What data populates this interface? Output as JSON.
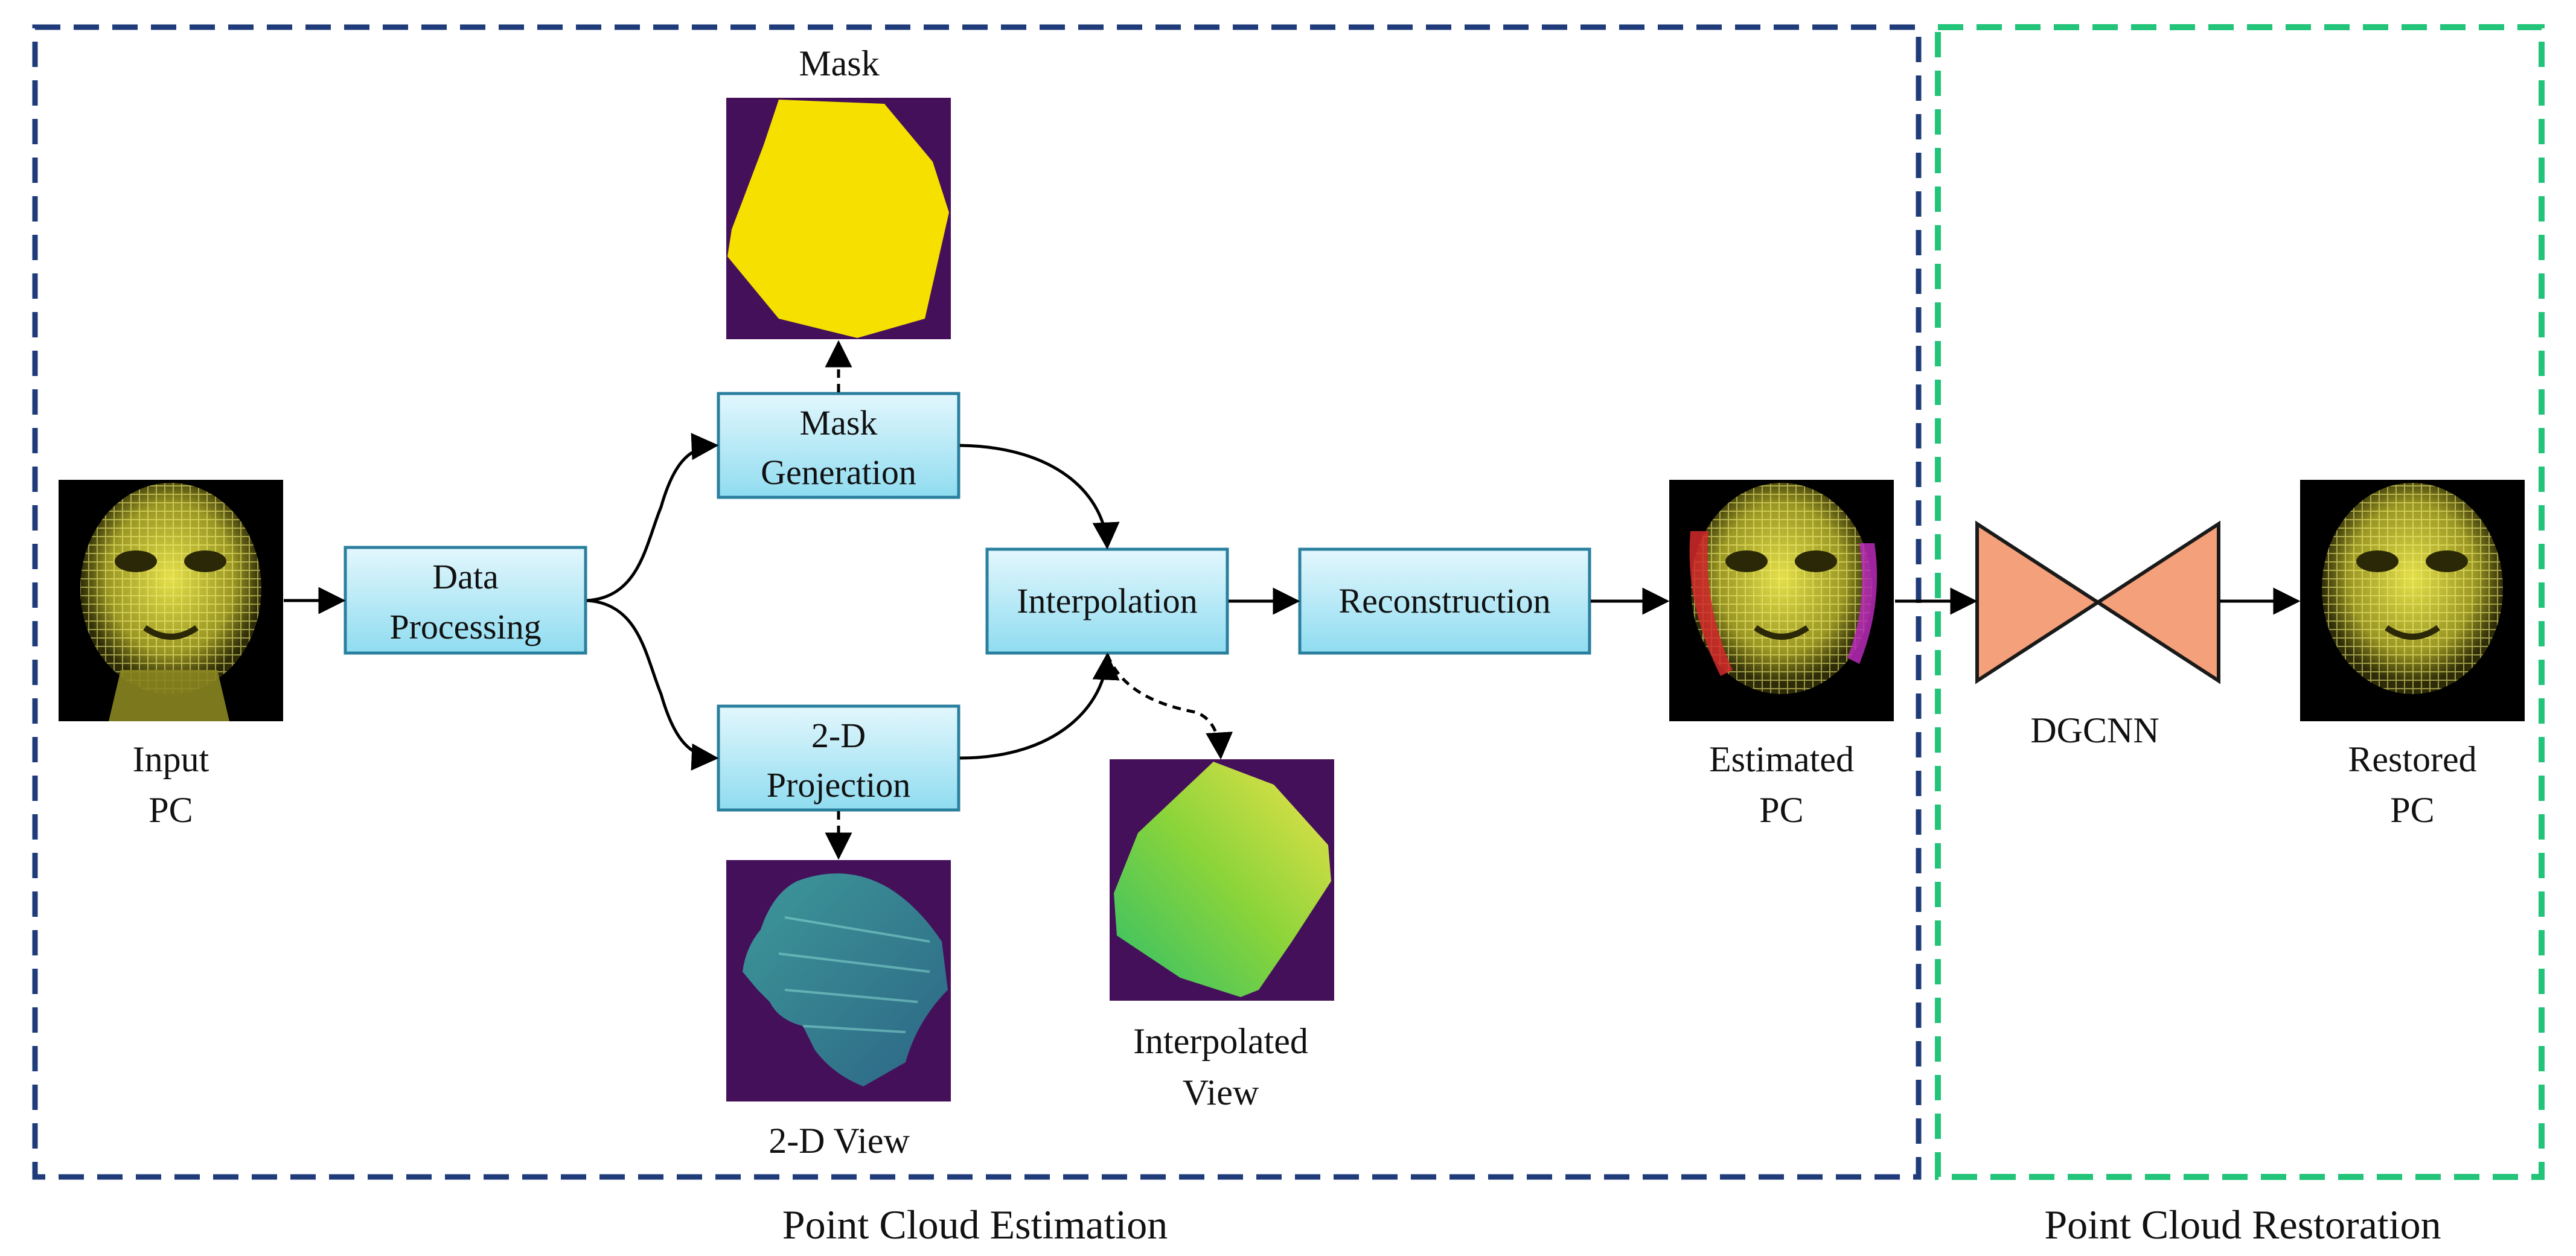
{
  "diagram": {
    "sections": {
      "estimation": {
        "label": "Point Cloud Estimation",
        "border_color": "#1f3b7a"
      },
      "restoration": {
        "label": "Point Cloud Restoration",
        "border_color": "#22c479"
      }
    },
    "nodes": {
      "data_processing": {
        "line1": "Data",
        "line2": "Processing"
      },
      "mask_generation": {
        "line1": "Mask",
        "line2": "Generation"
      },
      "projection_2d": {
        "line1": "2-D",
        "line2": "Projection"
      },
      "interpolation": {
        "label": "Interpolation"
      },
      "reconstruction": {
        "label": "Reconstruction"
      },
      "dgcnn": {
        "label": "DGCNN"
      }
    },
    "images": {
      "input_pc": {
        "line1": "Input",
        "line2": "PC"
      },
      "mask": {
        "label": "Mask"
      },
      "view_2d": {
        "label": "2-D View"
      },
      "interpolated_view": {
        "line1": "Interpolated",
        "line2": "View"
      },
      "estimated_pc": {
        "line1": "Estimated",
        "line2": "PC"
      },
      "restored_pc": {
        "line1": "Restored",
        "line2": "PC"
      }
    },
    "colors": {
      "box_fill_top": "#e3f7fd",
      "box_fill_bottom": "#8fdcf0",
      "box_stroke": "#2a7f9e",
      "dgcnn_fill": "#f4a07a",
      "dark_bg": "#45105a",
      "mask_yellow": "#f5e000",
      "face_bg": "#000000",
      "face_yellow": "#d6d23c"
    }
  }
}
